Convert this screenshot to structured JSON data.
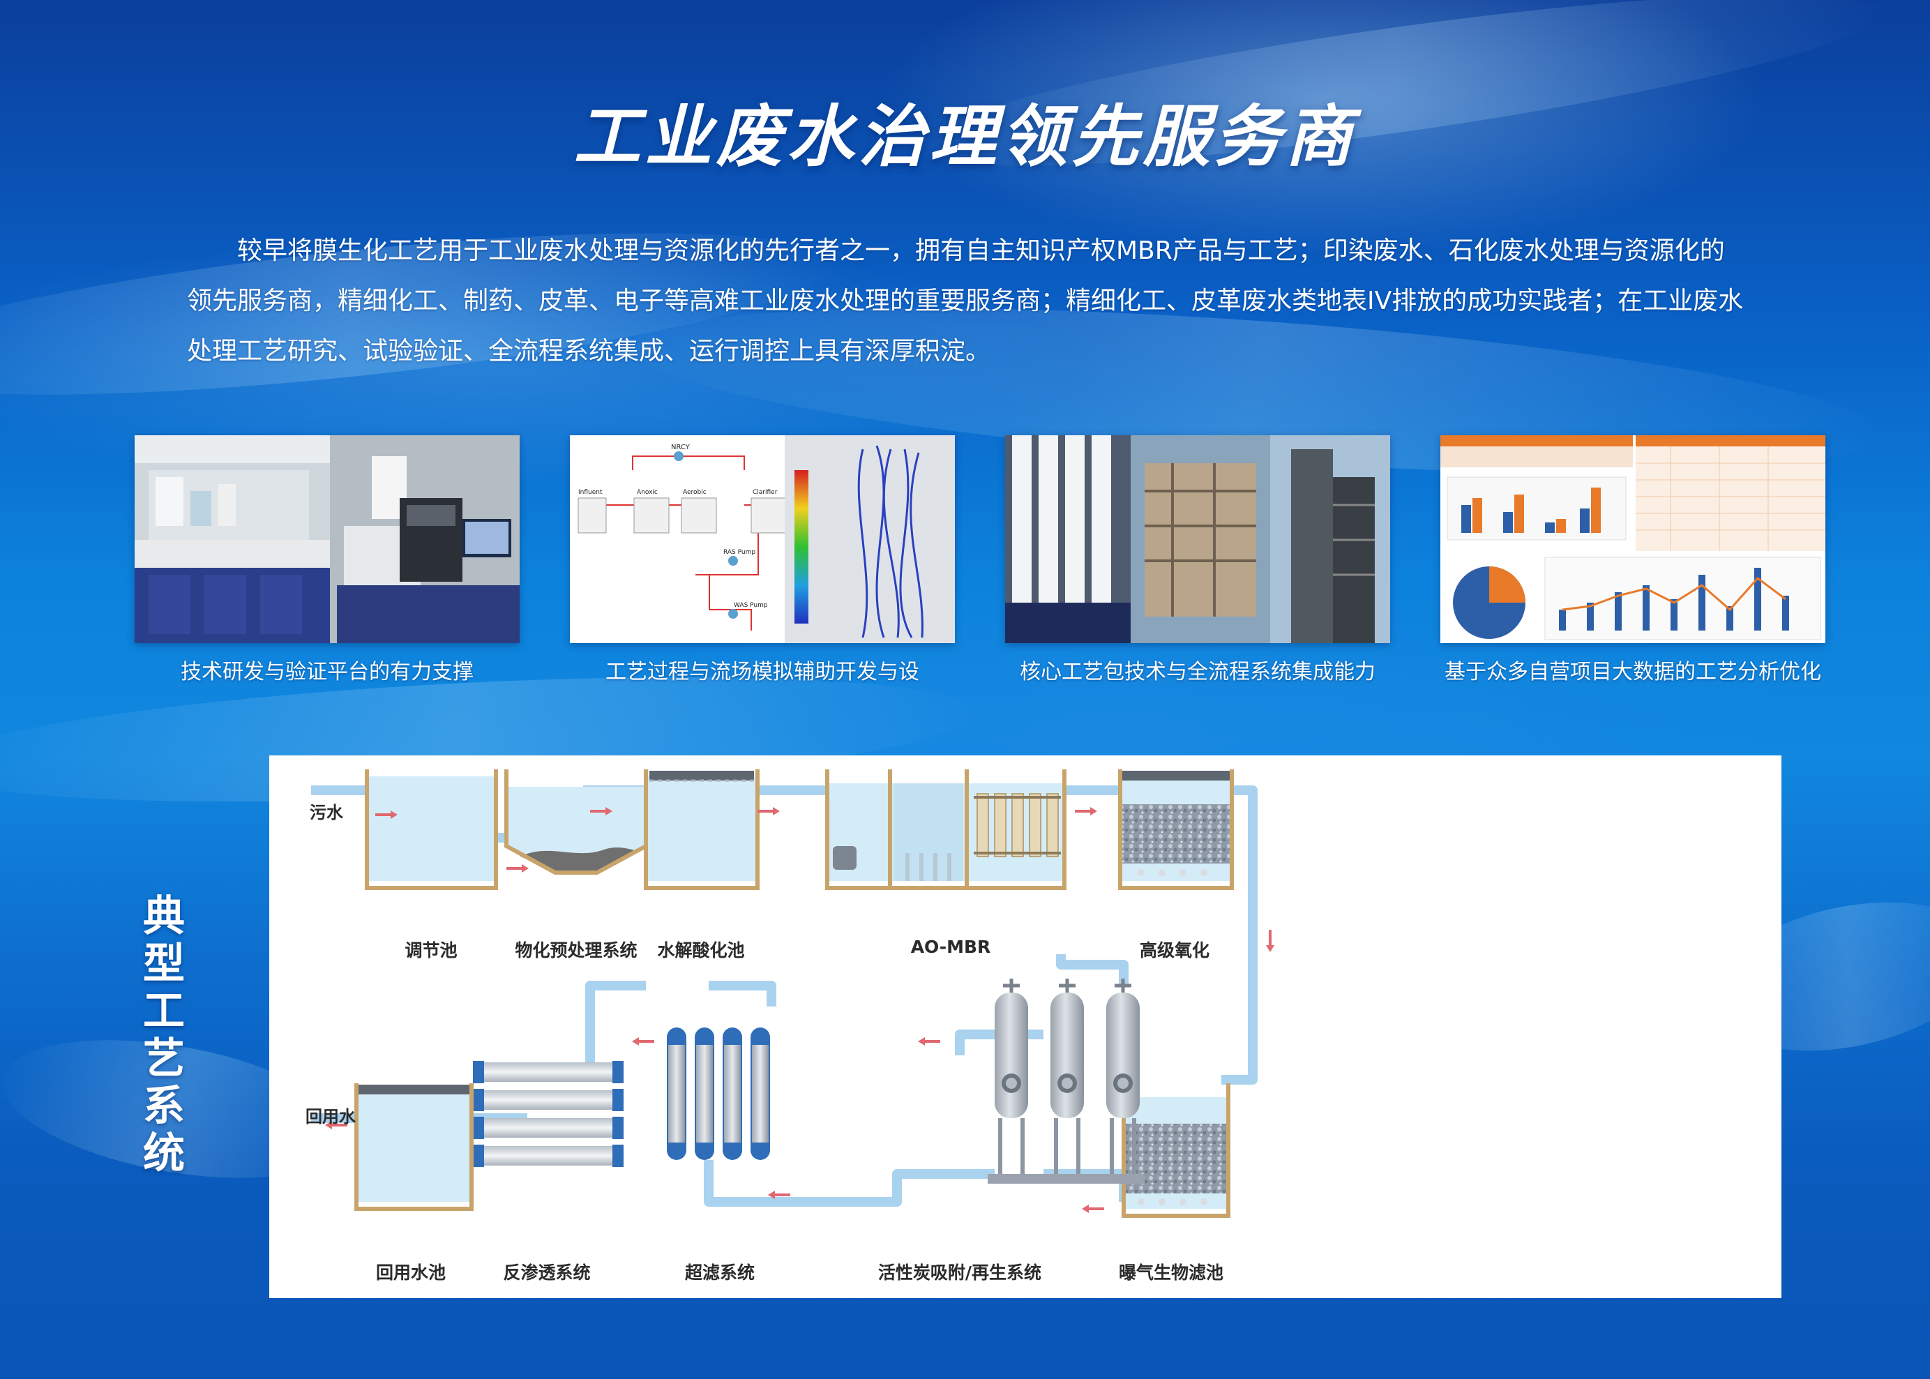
{
  "header": {
    "title": "工业废水治理领先服务商"
  },
  "intro": {
    "text": "较早将膜生化工艺用于工业废水处理与资源化的先行者之一，拥有自主知识产权MBR产品与工艺；印染废水、石化废水处理与资源化的领先服务商，精细化工、制药、皮革、电子等高难工业废水处理的重要服务商；精细化工、皮革废水类地表IV排放的成功实践者；在工业废水处理工艺研究、试验验证、全流程系统集成、运行调控上具有深厚积淀。"
  },
  "photos": [
    {
      "caption": "技术研发与验证平台的有力支撑"
    },
    {
      "caption": "工艺过程与流场模拟辅助开发与设"
    },
    {
      "caption": "核心工艺包技术与全流程系统集成能力"
    },
    {
      "caption": "基于众多自营项目大数据的工艺分析优化"
    }
  ],
  "sim_panel": {
    "labels": {
      "nrcy": "NRCY",
      "influent": "Influent",
      "anoxic": "Anoxic",
      "aerobic": "Aerobic",
      "clarifier": "Clarifier",
      "ras_pump": "RAS Pump",
      "was_pump": "WAS Pump"
    }
  },
  "process": {
    "side_title": "典型工艺系统",
    "input_label": "污水",
    "output_label": "回用水",
    "top_row": [
      {
        "label": "调节池"
      },
      {
        "label": "物化预处理系统"
      },
      {
        "label": "水解酸化池"
      },
      {
        "label": "AO-MBR"
      },
      {
        "label": "高级氧化"
      }
    ],
    "bottom_row": [
      {
        "label": "回用水池"
      },
      {
        "label": "反渗透系统"
      },
      {
        "label": "超滤系统"
      },
      {
        "label": "活性炭吸附/再生系统"
      },
      {
        "label": "曝气生物滤池"
      }
    ]
  },
  "colors": {
    "pipe": "#a9d2ef",
    "water": "#d4ecf8",
    "arrow": "#e06870",
    "tank_wall": "#c8a46a"
  }
}
